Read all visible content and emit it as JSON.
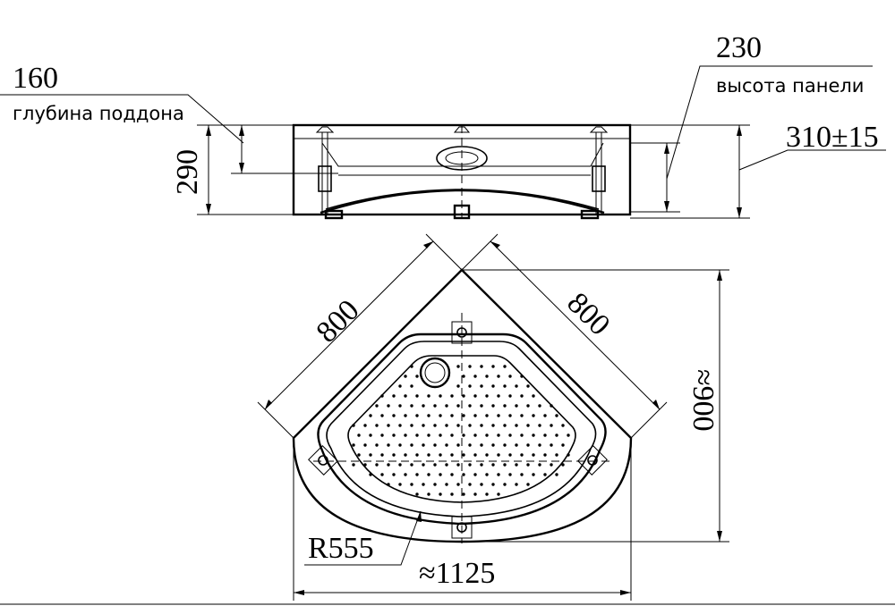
{
  "labels": {
    "tray_depth_value": "160",
    "tray_depth_caption": "глубина поддона",
    "panel_height_value": "230",
    "panel_height_caption": "высота панели",
    "height_290": "290",
    "height_range": "310±15",
    "side_left": "800",
    "side_right": "800",
    "depth_total": "≈900",
    "radius": "R555",
    "width_total": "≈1125"
  }
}
